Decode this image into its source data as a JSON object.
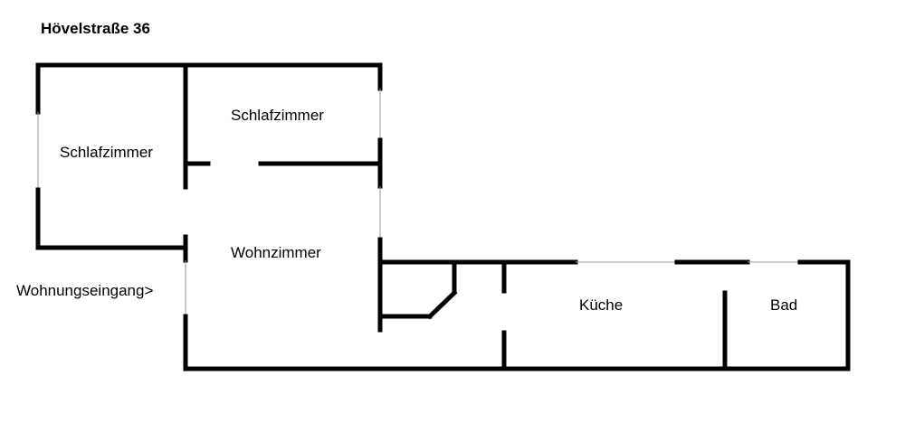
{
  "title": "Hövelstraße 36",
  "rooms": {
    "schlafzimmer_left": "Schlafzimmer",
    "schlafzimmer_top": "Schlafzimmer",
    "wohnzimmer": "Wohnzimmer",
    "kueche": "Küche",
    "bad": "Bad"
  },
  "entrance_label": "Wohnungseingang>",
  "colors": {
    "wall": "#000000",
    "window": "#9a9a9a",
    "background": "#ffffff"
  }
}
